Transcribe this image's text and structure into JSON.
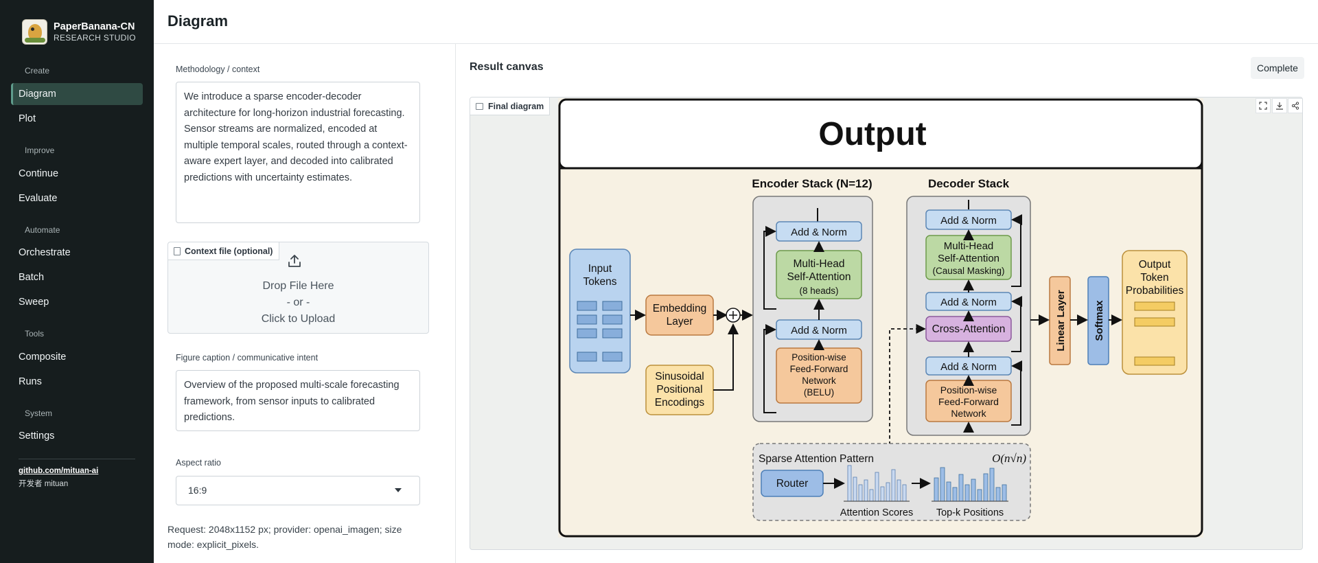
{
  "brand": {
    "name": "PaperBanana-CN",
    "subtitle": "RESEARCH STUDIO"
  },
  "sidebar": {
    "sections": [
      {
        "title": "Create",
        "items": [
          "Diagram",
          "Plot"
        ]
      },
      {
        "title": "Improve",
        "items": [
          "Continue",
          "Evaluate"
        ]
      },
      {
        "title": "Automate",
        "items": [
          "Orchestrate",
          "Batch",
          "Sweep"
        ]
      },
      {
        "title": "Tools",
        "items": [
          "Composite",
          "Runs"
        ]
      },
      {
        "title": "System",
        "items": [
          "Settings"
        ]
      }
    ],
    "active_item": "Diagram",
    "footer": {
      "link": "github.com/mituan-ai",
      "developer": "开发者 mituan"
    }
  },
  "header": {
    "title": "Diagram"
  },
  "form": {
    "methodology_label": "Methodology / context",
    "methodology_value": "We introduce a sparse encoder-decoder architecture for long-horizon industrial forecasting. Sensor streams are normalized, encoded at multiple temporal scales, routed through a context-aware expert layer, and decoded into calibrated predictions with uncertainty estimates.",
    "context_file_label": "Context file (optional)",
    "upload": {
      "line1": "Drop File Here",
      "line2": "- or -",
      "line3": "Click to Upload"
    },
    "caption_label": "Figure caption / communicative intent",
    "caption_value": "Overview of the proposed multi-scale forecasting framework, from sensor inputs to calibrated predictions.",
    "aspect_label": "Aspect ratio",
    "aspect_value": "16:9",
    "request_note": "Request: 2048x1152 px; provider: openai_imagen; size mode: explicit_pixels."
  },
  "result": {
    "title": "Result canvas",
    "status": "Complete",
    "image_tab": "Final diagram"
  },
  "diagram": {
    "heading": "Output",
    "input_tokens": "Input Tokens",
    "embedding": "Embedding Layer",
    "positional": "Sinusoidal Positional Encodings",
    "encoder_title": "Encoder Stack (N=12)",
    "enc_add_norm": "Add & Norm",
    "enc_attn": "Multi-Head Self-Attention",
    "enc_attn_note": "(8 heads)",
    "enc_ffn": "Position-wise Feed-Forward Network (BELU)",
    "decoder_title": "Decoder Stack",
    "dec_attn": "Multi-Head Self-Attention",
    "dec_attn_note": "(Causal Masking)",
    "dec_cross": "Cross-Attention",
    "dec_ffn": "Position-wise Feed-Forward Network",
    "linear": "Linear Layer",
    "softmax": "Softmax",
    "output_probs": "Output Token Probabilities",
    "sparse_title": "Sparse Attention Pattern",
    "complexity": "O(n√n)",
    "router": "Router",
    "attention_scores": "Attention Scores",
    "topk": "Top-k Positions"
  }
}
